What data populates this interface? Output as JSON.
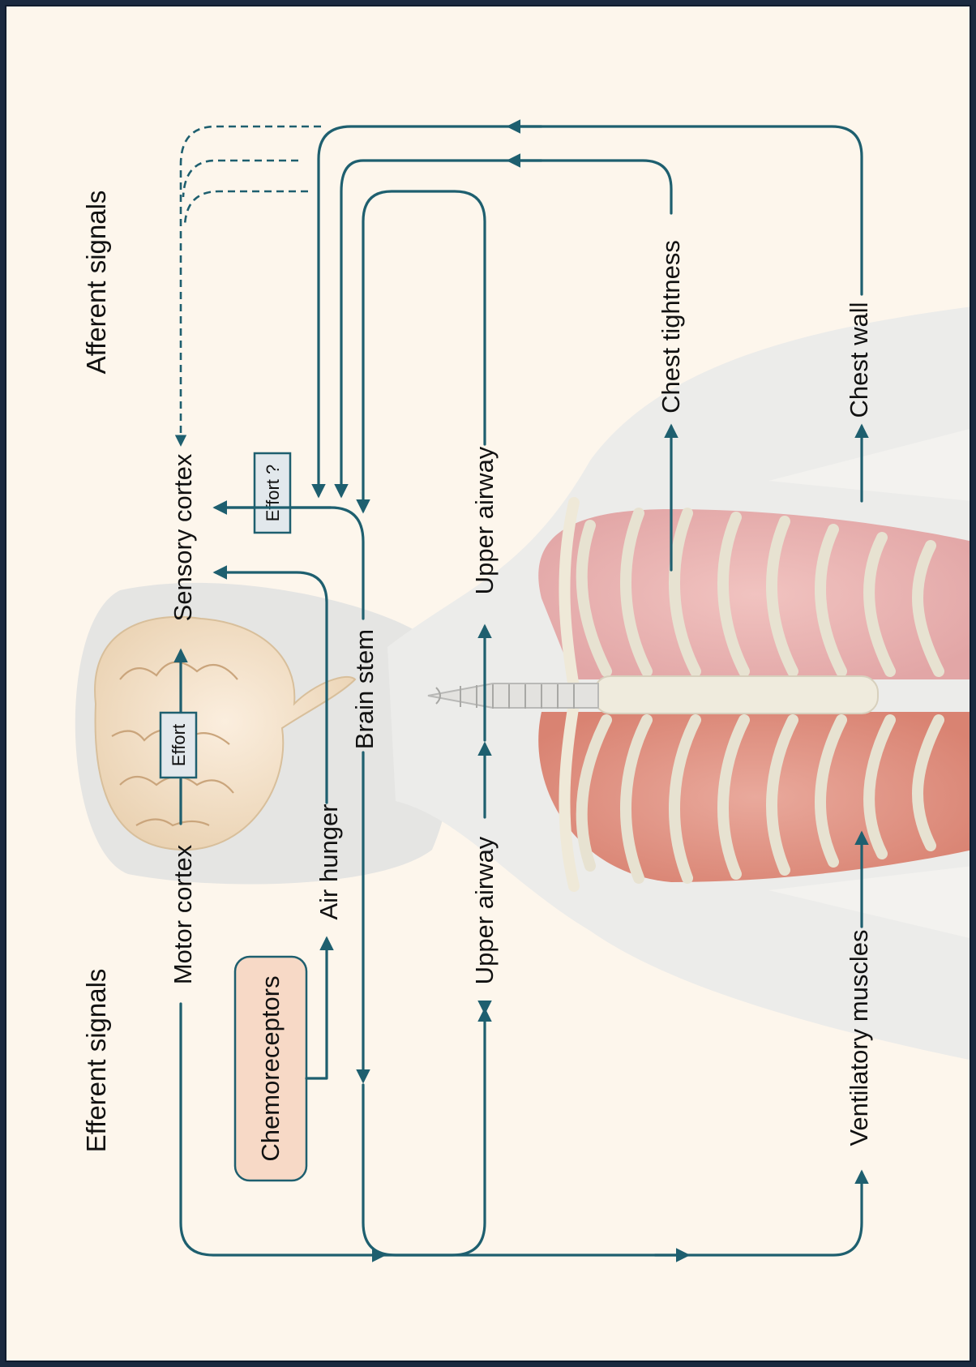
{
  "colors": {
    "background": "#fdf6ec",
    "frame": "#1b2a40",
    "signal_line": "#1e5f6f",
    "chemoreceptor_box": "#f7d9c6"
  },
  "headings": {
    "afferent": "Afferent signals",
    "efferent": "Efferent signals"
  },
  "labels": {
    "sensory_cortex": "Sensory cortex",
    "motor_cortex": "Motor cortex",
    "effort_box": "Effort",
    "effort_question_box": "Effort ?",
    "air_hunger": "Air hunger",
    "chemoreceptors": "Chemoreceptors",
    "brain_stem": "Brain stem",
    "upper_airway_afferent": "Upper airway",
    "upper_airway_efferent": "Upper airway",
    "chest_tightness": "Chest tightness",
    "chest_wall": "Chest wall",
    "ventilatory_muscles": "Ventilatory muscles"
  },
  "icons": [
    "brain-illustration",
    "rib-cage-illustration",
    "human-silhouette"
  ]
}
